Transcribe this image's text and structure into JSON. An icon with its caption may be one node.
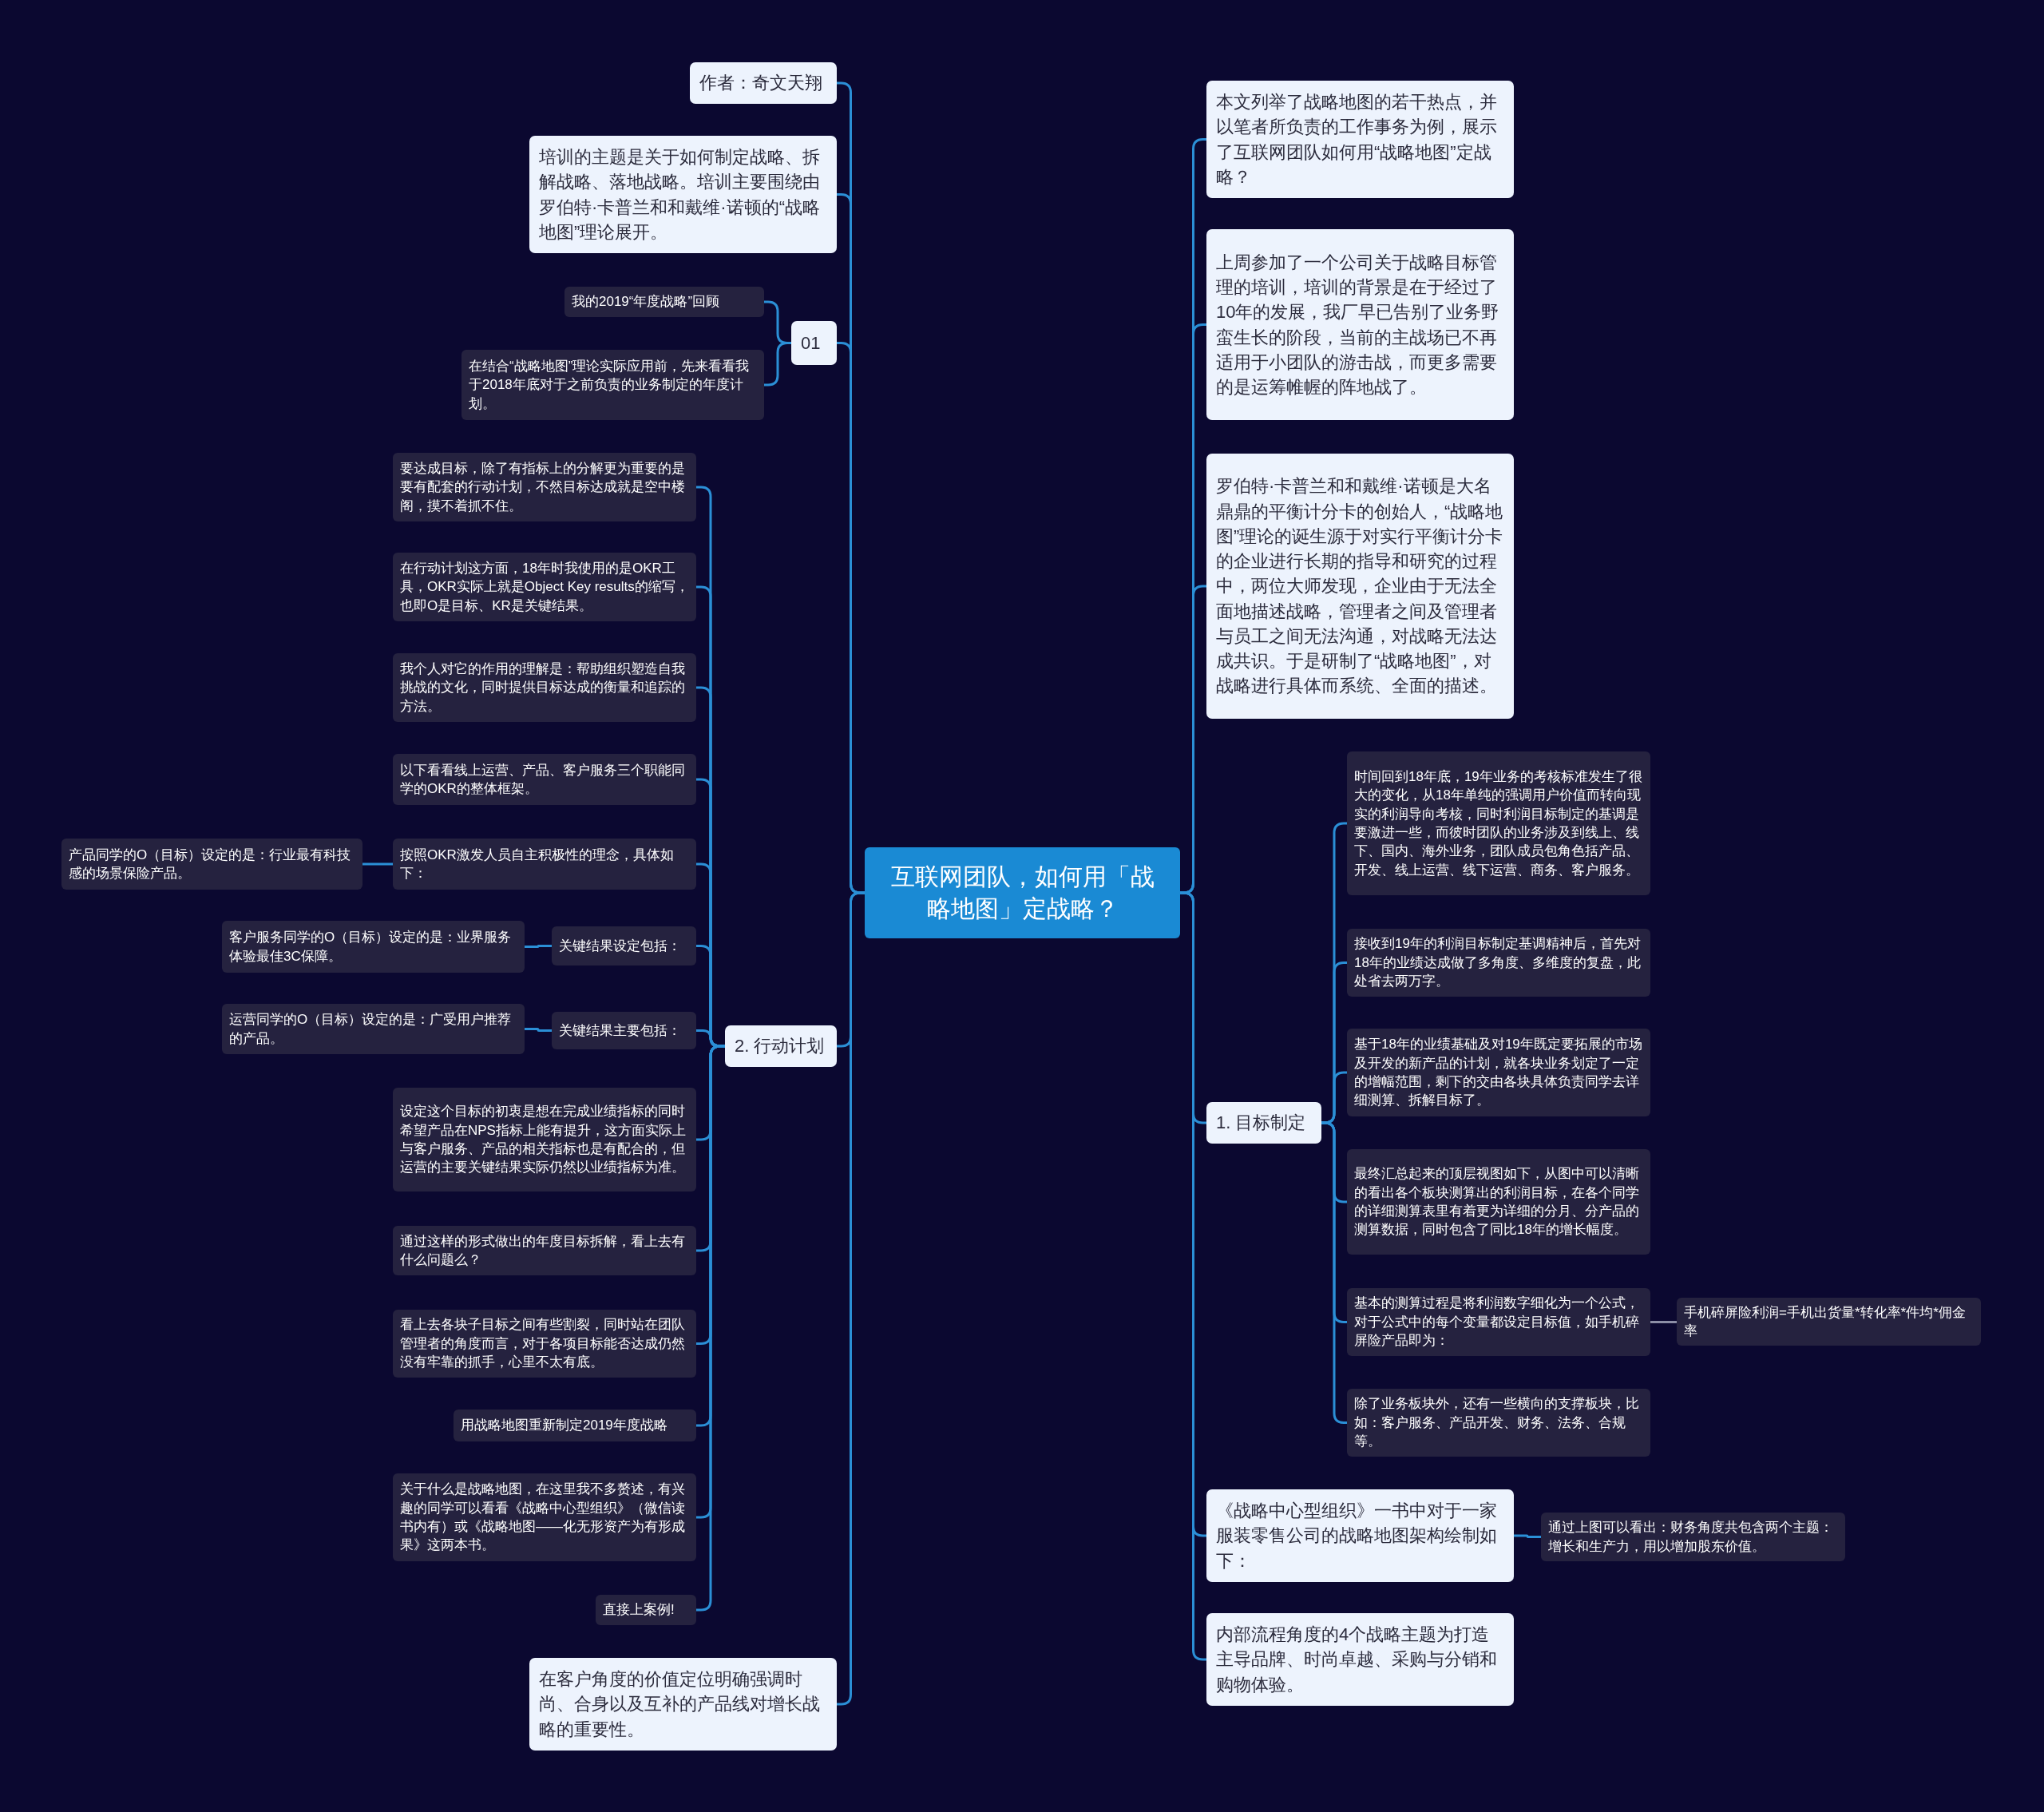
{
  "diagram": {
    "nodes": [
      {
        "text": [
          "互联网团队，如何用「战略地图」定战略？"
        ]
      },
      {
        "text": [
          "作者：奇文天翔"
        ]
      },
      {
        "text": [
          "培训的主题是关于如何制定战略、拆解战略、落地战略。培训主要围绕由罗伯特·卡普兰和和戴维·诺顿的“战略地图”理论展开。"
        ]
      },
      {
        "text": [
          "01"
        ]
      },
      {
        "text": [
          "我的2019“年度战略”回顾"
        ]
      },
      {
        "text": [
          "在结合“战略地图”理论实际应用前，先来看看我于2018年底对于之前负责的业务制定的年度计划。"
        ]
      },
      {
        "text": [
          "2. 行动计划"
        ]
      },
      {
        "text": [
          "要达成目标，除了有指标上的分解更为重要的是要有配套的行动计划，不然目标达成就是空中楼阁，摸不着抓不住。"
        ]
      },
      {
        "text": [
          "在行动计划这方面，18年时我使用的是OKR工具，OKR实际上就是Object Key results的缩写，也即O是目标、KR是关键结果。"
        ]
      },
      {
        "text": [
          "我个人对它的作用的理解是：帮助组织塑造自我挑战的文化，同时提供目标达成的衡量和追踪的方法。"
        ]
      },
      {
        "text": [
          "以下看看线上运营、产品、客户服务三个职能同学的OKR的整体框架。"
        ]
      },
      {
        "text": [
          "按照OKR激发人员自主积极性的理念，具体如下："
        ]
      },
      {
        "text": [
          "产品同学的O（目标）设定的是：行业最有科技感的场景保险产品。"
        ]
      },
      {
        "text": [
          "关键结果设定包括："
        ]
      },
      {
        "text": [
          "客户服务同学的O（目标）设定的是：业界服务体验最佳3C保障。"
        ]
      },
      {
        "text": [
          "关键结果主要包括："
        ]
      },
      {
        "text": [
          "运营同学的O（目标）设定的是：广受用户推荐的产品。"
        ]
      },
      {
        "text": [
          "设定这个目标的初衷是想在完成业绩指标的同时希望产品在NPS指标上能有提升，这方面实际上与客户服务、产品的相关指标也是有配合的，但运营的主要关键结果实际仍然以业绩指标为准。"
        ]
      },
      {
        "text": [
          "通过这样的形式做出的年度目标拆解，看上去有什么问题么？"
        ]
      },
      {
        "text": [
          "看上去各块子目标之间有些割裂，同时站在团队管理者的角度而言，对于各项目标能否达成仍然没有牢靠的抓手，心里不太有底。"
        ]
      },
      {
        "text": [
          "用战略地图重新制定2019年度战略"
        ]
      },
      {
        "text": [
          "关于什么是战略地图，在这里我不多赘述，有兴趣的同学可以看看《战略中心型组织》（微信读书内有）或《战略地图——化无形资产为有形成果》这两本书。"
        ]
      },
      {
        "text": [
          "直接上案例!"
        ]
      },
      {
        "text": [
          "在客户角度的价值定位明确强调时尚、合身以及互补的产品线对增长战略的重要性。"
        ]
      },
      {
        "text": [
          "本文列举了战略地图的若干热点，并以笔者所负责的工作事务为例，展示了互联网团队如何用“战略地图”定战略？"
        ]
      },
      {
        "text": [
          "上周参加了一个公司关于战略目标管理的培训，培训的背景是在于经过了10年的发展，我厂早已告别了业务野蛮生长的阶段，当前的主战场已不再适用于小团队的游击战，而更多需要的是运筹帷幄的阵地战了。"
        ]
      },
      {
        "text": [
          "罗伯特·卡普兰和和戴维·诺顿是大名鼎鼎的平衡计分卡的创始人，“战略地图”理论的诞生源于对实行平衡计分卡的企业进行长期的指导和研究的过程中，两位大师发现，企业由于无法全面地描述战略，管理者之间及管理者与员工之间无法沟通，对战略无法达成共识。于是研制了“战略地图”，对战略进行具体而系统、全面的描述。"
        ]
      },
      {
        "text": [
          "1. 目标制定"
        ]
      },
      {
        "text": [
          "时间回到18年底，19年业务的考核标准发生了很大的变化，从18年单纯的强调用户价值而转向现实的利润导向考核，同时利润目标制定的基调是要激进一些，而彼时团队的业务涉及到线上、线下、国内、海外业务，团队成员包角色括产品、开发、线上运营、线下运营、商务、客户服务。"
        ]
      },
      {
        "text": [
          "接收到19年的利润目标制定基调精神后，首先对18年的业绩达成做了多角度、多维度的复盘，此处省去两万字。"
        ]
      },
      {
        "text": [
          "基于18年的业绩基础及对19年既定要拓展的市场及开发的新产品的计划，就各块业务划定了一定的增幅范围，剩下的交由各块具体负责同学去详细测算、拆解目标了。"
        ]
      },
      {
        "text": [
          "最终汇总起来的顶层视图如下，从图中可以清晰的看出各个板块测算出的利润目标，在各个同学的详细测算表里有着更为详细的分月、分产品的测算数据，同时包含了同比18年的增长幅度。"
        ]
      },
      {
        "text": [
          "基本的测算过程是将利润数字细化为一个公式，对于公式中的每个变量都设定目标值，如手机碎屏险产品即为："
        ]
      },
      {
        "text": [
          "手机碎屏险利润=手机出货量*转化率*件均*佣金率"
        ]
      },
      {
        "text": [
          "除了业务板块外，还有一些横向的支撑板块，比如：客户服务、产品开发、财务、法务、合规等。"
        ]
      },
      {
        "text": [
          "《战略中心型组织》一书中对于一家服装零售公司的战略地图架构绘制如下："
        ]
      },
      {
        "text": [
          "通过上图可以看出：财务角度共包含两个主题：增长和生产力，用以增加股东价值。"
        ]
      },
      {
        "text": [
          "内部流程角度的4个战略主题为打造主导品牌、时尚卓越、采购与分销和购物体验。"
        ]
      }
    ],
    "edges": [
      {
        "from": 0,
        "to": 1,
        "arrow": "none"
      },
      {
        "from": 0,
        "to": 2,
        "arrow": "none"
      },
      {
        "from": 0,
        "to": 3,
        "arrow": "none"
      },
      {
        "from": 3,
        "to": 4,
        "arrow": "none"
      },
      {
        "from": 3,
        "to": 5,
        "arrow": "none"
      },
      {
        "from": 0,
        "to": 6,
        "arrow": "none"
      },
      {
        "from": 6,
        "to": 7,
        "arrow": "none"
      },
      {
        "from": 6,
        "to": 8,
        "arrow": "none"
      },
      {
        "from": 6,
        "to": 9,
        "arrow": "none"
      },
      {
        "from": 6,
        "to": 10,
        "arrow": "none"
      },
      {
        "from": 6,
        "to": 11,
        "arrow": "none"
      },
      {
        "from": 11,
        "to": 12,
        "arrow": "none"
      },
      {
        "from": 6,
        "to": 13,
        "arrow": "none"
      },
      {
        "from": 13,
        "to": 14,
        "arrow": "none"
      },
      {
        "from": 6,
        "to": 15,
        "arrow": "none"
      },
      {
        "from": 15,
        "to": 16,
        "arrow": "none"
      },
      {
        "from": 6,
        "to": 17,
        "arrow": "none"
      },
      {
        "from": 6,
        "to": 18,
        "arrow": "none"
      },
      {
        "from": 6,
        "to": 19,
        "arrow": "none"
      },
      {
        "from": 6,
        "to": 20,
        "arrow": "none"
      },
      {
        "from": 6,
        "to": 21,
        "arrow": "none"
      },
      {
        "from": 6,
        "to": 22,
        "arrow": "none"
      },
      {
        "from": 0,
        "to": 23,
        "arrow": "none"
      },
      {
        "from": 0,
        "to": 24,
        "arrow": "none"
      },
      {
        "from": 0,
        "to": 25,
        "arrow": "none"
      },
      {
        "from": 0,
        "to": 26,
        "arrow": "none"
      },
      {
        "from": 0,
        "to": 27,
        "arrow": "none"
      },
      {
        "from": 27,
        "to": 28,
        "arrow": "none"
      },
      {
        "from": 27,
        "to": 29,
        "arrow": "none"
      },
      {
        "from": 27,
        "to": 30,
        "arrow": "none"
      },
      {
        "from": 27,
        "to": 31,
        "arrow": "none"
      },
      {
        "from": 27,
        "to": 32,
        "arrow": "none"
      },
      {
        "from": 32,
        "to": 33,
        "arrow": "none",
        "color": "#8c8ea6"
      },
      {
        "from": 27,
        "to": 34,
        "arrow": "none"
      },
      {
        "from": 0,
        "to": 35,
        "arrow": "none"
      },
      {
        "from": 35,
        "to": 36,
        "arrow": "none"
      },
      {
        "from": 0,
        "to": 37,
        "arrow": "none"
      }
    ]
  }
}
